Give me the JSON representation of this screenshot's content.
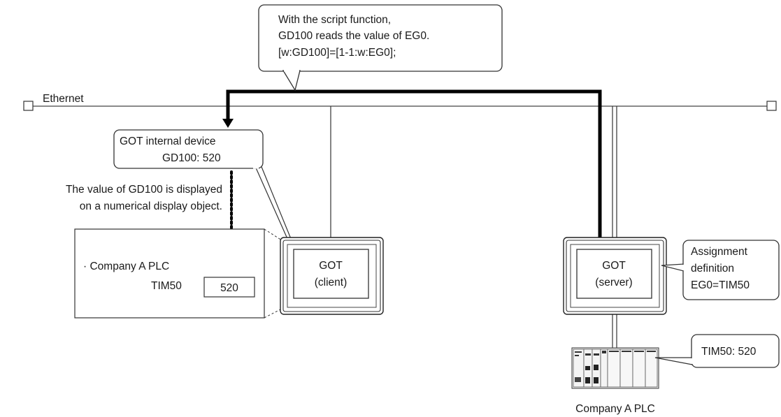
{
  "network": {
    "label": "Ethernet"
  },
  "script_callout": {
    "lines": [
      "With the script function,",
      "GD100 reads the value of EG0.",
      "[w:GD100]=[1-1:w:EG0];"
    ]
  },
  "internal_device_callout": {
    "title": "GOT internal device",
    "value": "GD100: 520"
  },
  "display_note": {
    "lines": [
      "The value of GD100 is displayed",
      "on a numerical display object."
    ]
  },
  "client_screen": {
    "plc_label": "· Company A PLC",
    "device_label": "TIM50",
    "display_value": "520"
  },
  "got_client": {
    "line1": "GOT",
    "line2": "(client)"
  },
  "got_server": {
    "line1": "GOT",
    "line2": "(server)"
  },
  "assignment_callout": {
    "lines": [
      "Assignment",
      "definition",
      "EG0=TIM50"
    ]
  },
  "plc_callout": {
    "value": "TIM50: 520"
  },
  "plc": {
    "label": "Company A PLC"
  }
}
